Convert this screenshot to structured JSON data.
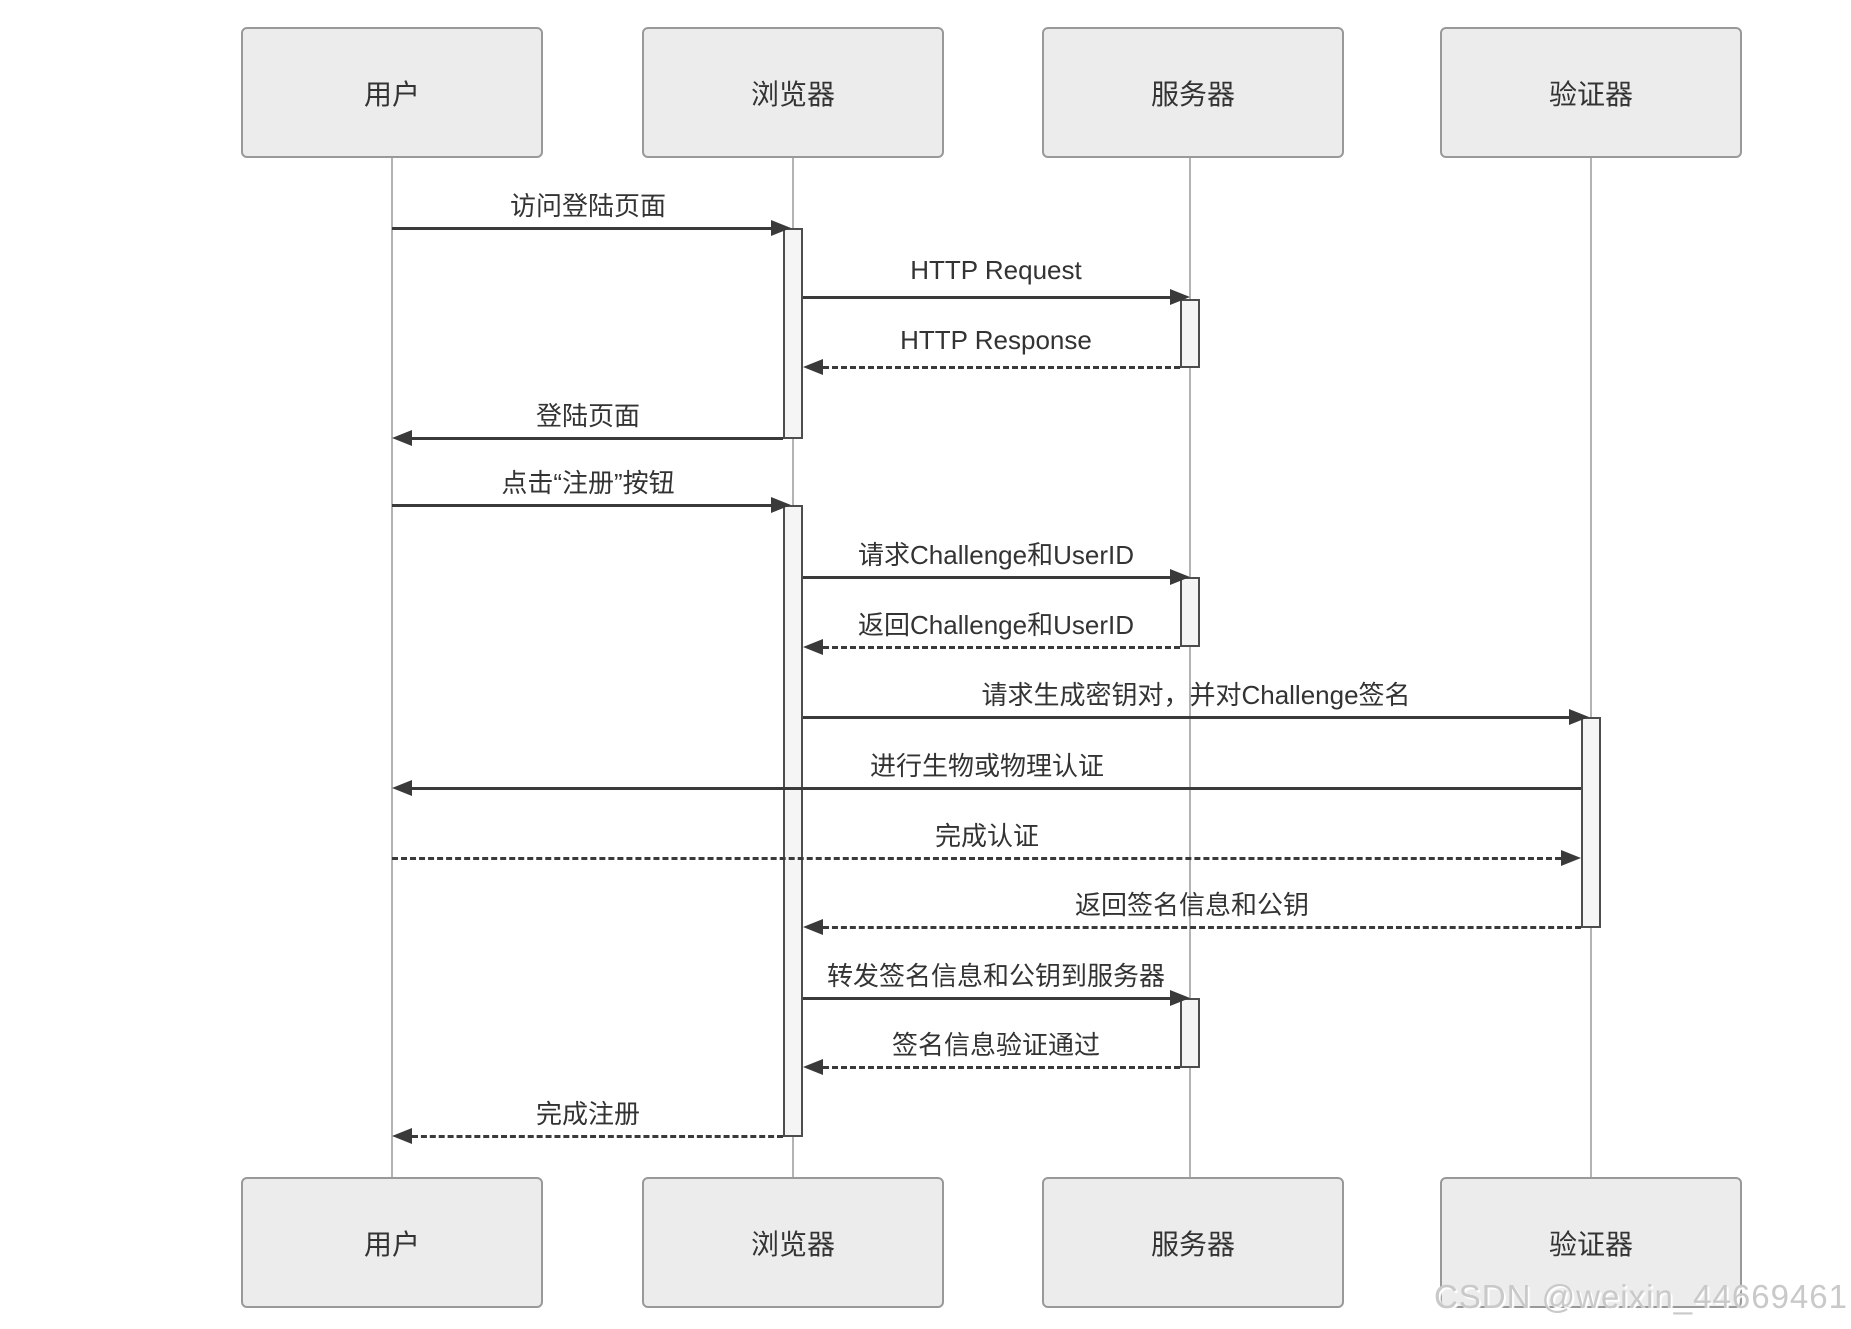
{
  "diagram": {
    "type": "sequence",
    "participants": [
      {
        "id": "user",
        "label": "用户"
      },
      {
        "id": "browser",
        "label": "浏览器"
      },
      {
        "id": "server",
        "label": "服务器"
      },
      {
        "id": "authenticator",
        "label": "验证器"
      }
    ],
    "messages": [
      {
        "from": "用户",
        "to": "浏览器",
        "line": "solid",
        "label": "访问登陆页面"
      },
      {
        "from": "浏览器",
        "to": "服务器",
        "line": "solid",
        "label": "HTTP Request"
      },
      {
        "from": "服务器",
        "to": "浏览器",
        "line": "dashed",
        "label": "HTTP Response"
      },
      {
        "from": "浏览器",
        "to": "用户",
        "line": "solid",
        "label": "登陆页面"
      },
      {
        "from": "用户",
        "to": "浏览器",
        "line": "solid",
        "label": "点击“注册”按钮"
      },
      {
        "from": "浏览器",
        "to": "服务器",
        "line": "solid",
        "label": "请求Challenge和UserID"
      },
      {
        "from": "服务器",
        "to": "浏览器",
        "line": "dashed",
        "label": "返回Challenge和UserID"
      },
      {
        "from": "浏览器",
        "to": "验证器",
        "line": "solid",
        "label": "请求生成密钥对，并对Challenge签名"
      },
      {
        "from": "验证器",
        "to": "用户",
        "line": "solid",
        "label": "进行生物或物理认证"
      },
      {
        "from": "用户",
        "to": "验证器",
        "line": "dashed",
        "label": "完成认证"
      },
      {
        "from": "验证器",
        "to": "浏览器",
        "line": "dashed",
        "label": "返回签名信息和公钥"
      },
      {
        "from": "浏览器",
        "to": "服务器",
        "line": "solid",
        "label": "转发签名信息和公钥到服务器"
      },
      {
        "from": "服务器",
        "to": "浏览器",
        "line": "dashed",
        "label": "签名信息验证通过"
      },
      {
        "from": "浏览器",
        "to": "用户",
        "line": "dashed",
        "label": "完成注册"
      }
    ]
  },
  "watermark": {
    "text": "CSDN @weixin_44669461"
  },
  "colors": {
    "participant_fill": "#ececec",
    "participant_border": "#999999",
    "lifeline": "#b3b3b3",
    "activation_fill": "#f5f5f5",
    "activation_border": "#4d4d4d",
    "arrow": "#3a3a3a",
    "text": "#333333",
    "watermark": "#c9c9c9"
  }
}
